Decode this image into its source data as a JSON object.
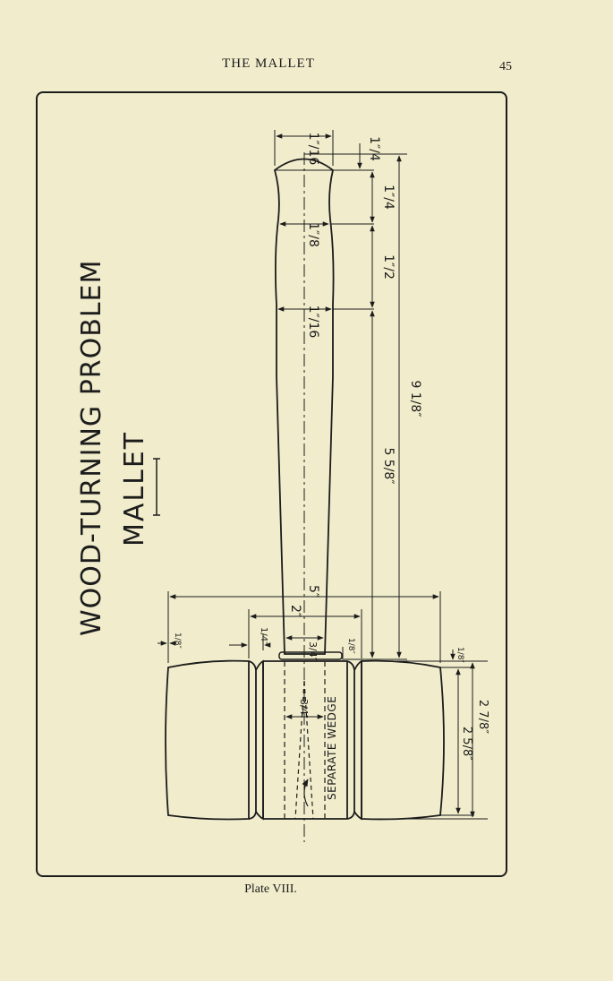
{
  "page": {
    "running_head": "THE MALLET",
    "page_number": "45",
    "caption": "Plate VIII."
  },
  "drawing": {
    "title_line1": "WOOD-TURNING PROBLEM",
    "title_line2": "MALLET",
    "wedge_label": "SEPARATE WEDGE",
    "dims": {
      "handle_end_dia": "1″/16",
      "handle_grip_dia": "1″/8",
      "handle_neck_dia": "1″/16",
      "end_cap": "1″/4",
      "grip_taper": "1″/4",
      "grip_length": "1″/2",
      "neck_length": "5 5/8″",
      "overall_length": "9 1/8″",
      "head_length": "5″",
      "eye_span": "2″",
      "tenon_dia": "3/4″",
      "wedge_dia": "3/4″",
      "bead_left": "1/8″",
      "bead_right": "1/8″",
      "groove_left": "1/4″",
      "collar": "1/8″",
      "head_dia_inner": "2 5/8″",
      "head_dia_outer": "2 7/8″"
    }
  }
}
